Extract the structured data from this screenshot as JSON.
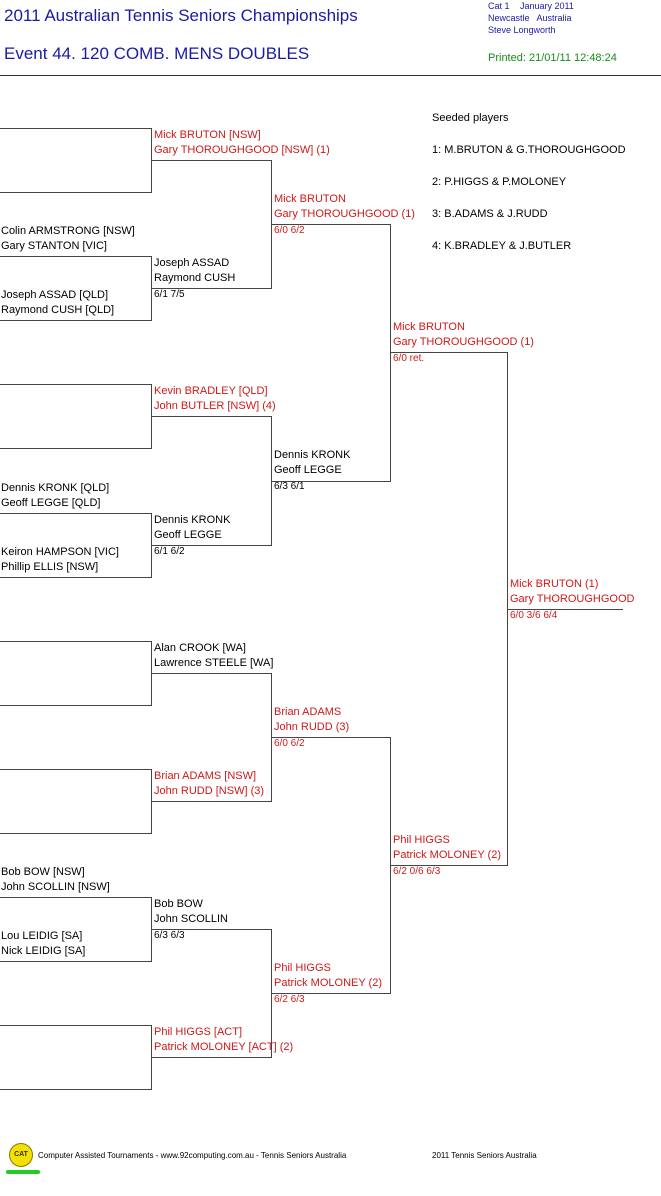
{
  "header": {
    "title": "2011 Australian Tennis Seniors Championships",
    "event": "Event 44. 120 COMB. MENS DOUBLES",
    "cat": "Cat 1",
    "month": "January 2011",
    "location": "Newcastle   Australia",
    "referee": "Steve Longworth",
    "printed": "Printed: 21/01/11 12:48:24"
  },
  "seeds": {
    "heading": "Seeded players",
    "items": [
      "1: M.BRUTON & G.THOROUGHGOOD",
      "2: P.HIGGS & P.MOLONEY",
      "3: B.ADAMS & J.RUDD",
      "4: K.BRADLEY & J.BUTLER"
    ]
  },
  "round1": [
    {
      "line1": "",
      "line2": ""
    },
    {
      "line1": "Colin ARMSTRONG [NSW]",
      "line2": "Gary STANTON [VIC]"
    },
    {
      "line1": "Joseph ASSAD [QLD]",
      "line2": "Raymond CUSH [QLD]"
    },
    {
      "line1": "",
      "line2": ""
    },
    {
      "line1": "Dennis KRONK [QLD]",
      "line2": "Geoff LEGGE [QLD]"
    },
    {
      "line1": "Keiron HAMPSON [VIC]",
      "line2": "Phillip ELLIS [NSW]"
    },
    {
      "line1": "",
      "line2": ""
    },
    {
      "line1": "",
      "line2": ""
    },
    {
      "line1": "Bob BOW [NSW]",
      "line2": "John SCOLLIN [NSW]"
    },
    {
      "line1": "Lou LEIDIG [SA]",
      "line2": "Nick LEIDIG [SA]"
    },
    {
      "line1": "",
      "line2": ""
    }
  ],
  "round2": [
    {
      "line1": "Mick BRUTON [NSW]",
      "line2": "Gary THOROUGHGOOD [NSW] (1)",
      "score": ""
    },
    {
      "line1": "Joseph ASSAD",
      "line2": "Raymond CUSH",
      "score": "6/1 7/5"
    },
    {
      "line1": "Kevin BRADLEY [QLD]",
      "line2": "John BUTLER [NSW] (4)",
      "score": ""
    },
    {
      "line1": "Dennis KRONK",
      "line2": "Geoff LEGGE",
      "score": "6/1 6/2"
    },
    {
      "line1": "Alan CROOK [WA]",
      "line2": "Lawrence STEELE [WA]",
      "score": ""
    },
    {
      "line1": "Brian ADAMS [NSW]",
      "line2": "John RUDD [NSW] (3)",
      "score": ""
    },
    {
      "line1": "Bob BOW",
      "line2": "John SCOLLIN",
      "score": "6/3 6/3"
    },
    {
      "line1": "Phil HIGGS [ACT]",
      "line2": "Patrick MOLONEY [ACT] (2)",
      "score": ""
    }
  ],
  "round3": [
    {
      "line1": "Mick BRUTON",
      "line2": "Gary THOROUGHGOOD (1)",
      "score": "6/0 6/2"
    },
    {
      "line1": "Dennis KRONK",
      "line2": "Geoff LEGGE",
      "score": "6/3 6/1"
    },
    {
      "line1": "Brian ADAMS",
      "line2": "John RUDD (3)",
      "score": "6/0 6/2"
    },
    {
      "line1": "Phil HIGGS",
      "line2": "Patrick MOLONEY (2)",
      "score": "6/2 6/3"
    }
  ],
  "round4": [
    {
      "line1": "Mick BRUTON",
      "line2": "Gary THOROUGHGOOD (1)",
      "score": "6/0 ret."
    },
    {
      "line1": "Phil HIGGS",
      "line2": "Patrick MOLONEY (2)",
      "score": "6/2 0/6 6/3"
    }
  ],
  "final": {
    "line1": "Mick BRUTON (1)",
    "line2": "Gary THOROUGHGOOD",
    "score": "6/0 3/6 6/4"
  },
  "footer": {
    "logo": "CAT",
    "credit": "Computer Assisted Tournaments - www.92computing.com.au -  Tennis Seniors Australia",
    "copyright": "2011 Tennis Seniors Australia"
  }
}
